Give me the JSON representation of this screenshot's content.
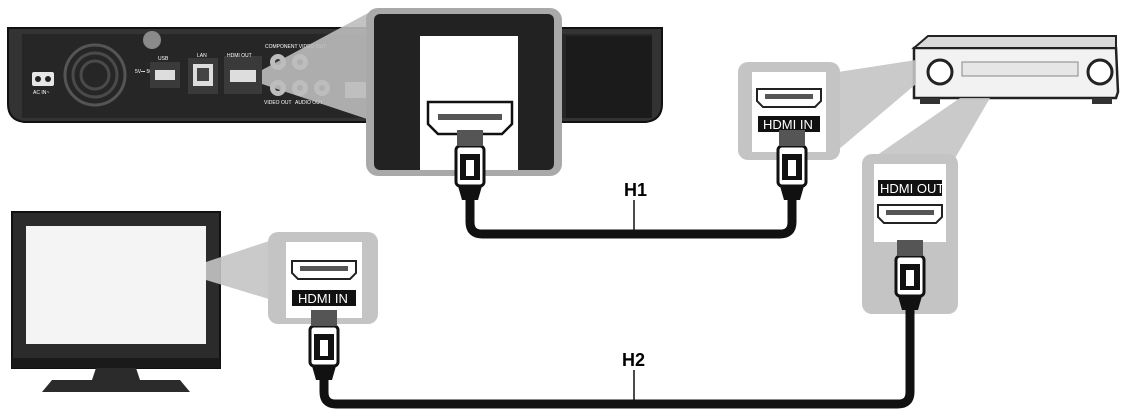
{
  "player": {
    "ac_label": "AC IN~",
    "power_spec": "5V⎓ 500mA",
    "usb_label": "USB",
    "lan_label": "LAN",
    "hdmi_out_label": "HDMI OUT",
    "component_label": "COMPONENT VIDEO OUT",
    "video_out_label": "VIDEO OUT",
    "audio_out_label": "AUDIO OUT"
  },
  "callouts": {
    "player_hdmi_out": "HDMI OUT",
    "receiver_hdmi_in": "HDMI IN",
    "receiver_hdmi_out": "HDMI OUT",
    "tv_hdmi_in": "HDMI IN"
  },
  "cables": {
    "h1": "H1",
    "h2": "H2"
  }
}
